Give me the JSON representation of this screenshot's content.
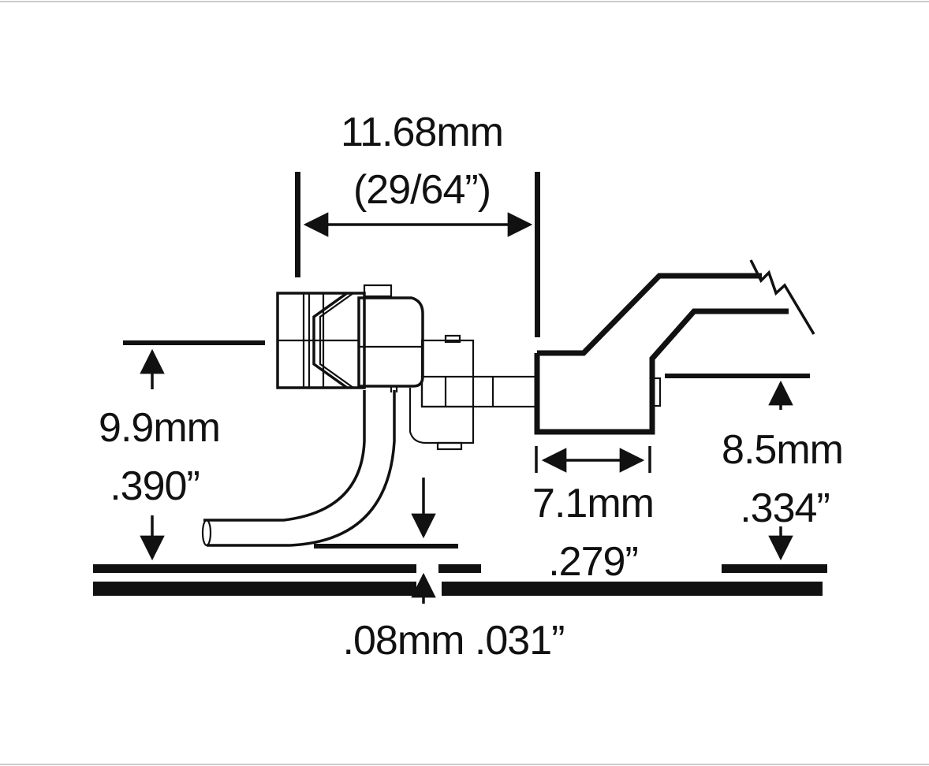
{
  "dimensions": {
    "width_mm": "11.68mm",
    "width_in": "(29/64”)",
    "height_mm": "9.9mm",
    "height_in": ".390”",
    "shank_mm": "7.1mm",
    "shank_in": ".279”",
    "box_mm": "8.5mm",
    "box_in": ".334”",
    "gap_label": ".08mm .031”"
  },
  "colors": {
    "line": "#111111",
    "background": "#ffffff"
  }
}
